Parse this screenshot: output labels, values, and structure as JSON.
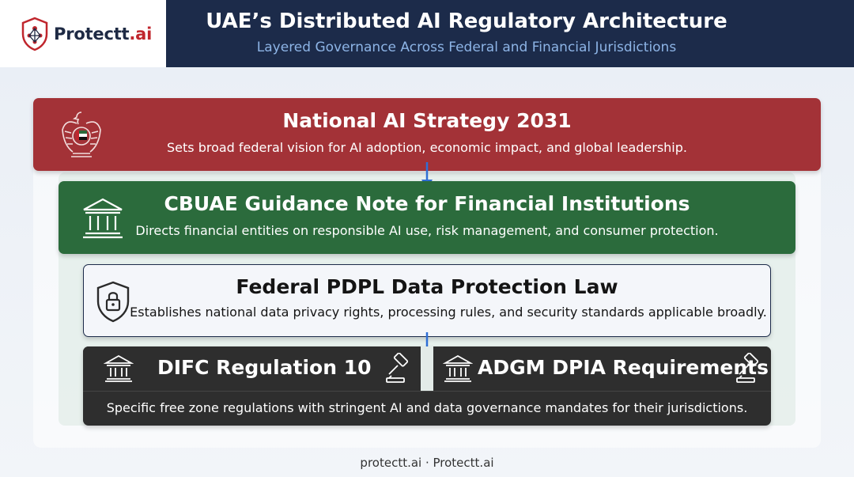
{
  "header": {
    "logo_text_main": "Protectt",
    "logo_text_suffix": ".ai",
    "title": "UAE’s Distributed AI Regulatory Architecture",
    "subtitle": "Layered Governance Across Federal and Financial Jurisdictions"
  },
  "layers": [
    {
      "title": "National AI Strategy 2031",
      "description": "Sets broad federal vision for AI adoption, economic impact, and global leadership.",
      "icon": "uae-emblem-icon",
      "color": "#a33237"
    },
    {
      "title": "CBUAE Guidance Note for Financial Institutions",
      "description": "Directs financial entities on responsible AI use, risk management, and consumer protection.",
      "icon": "bank-building-icon",
      "color": "#2b6b3c"
    },
    {
      "title": "Federal PDPL Data Protection Law",
      "description": "Establishes national data privacy rights, processing rules, and security standards applicable broadly.",
      "icon": "shield-lock-icon",
      "color": "#f4f6fa"
    },
    {
      "left_title": "DIFC Regulation 10",
      "right_title": "ADGM DPIA Requirements",
      "description": "Specific free zone regulations with stringent AI and data governance mandates for their jurisdictions.",
      "icons": [
        "bank-building-icon",
        "gavel-icon"
      ],
      "color": "#2e2e2e"
    }
  ],
  "footer": "protectt.ai · Protectt.ai"
}
